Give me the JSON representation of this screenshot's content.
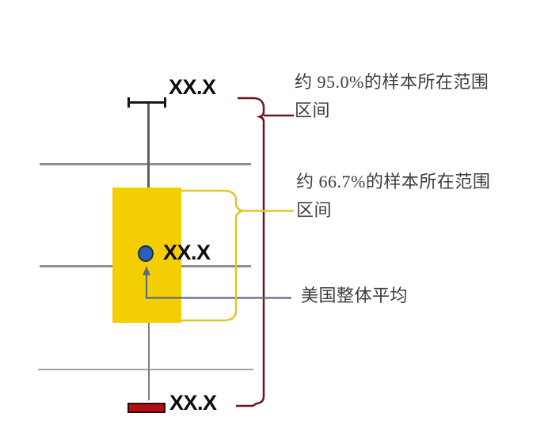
{
  "diagram": {
    "values": {
      "top": "XX.X",
      "mean": "XX.X",
      "bottom": "XX.X"
    },
    "annotations": {
      "range95_line1": "约 95.0%的样本所在范围",
      "range95_line2": "区间",
      "range66_line1": "约 66.7%的样本所在范围",
      "range66_line2": "区间",
      "us_average": "美国整体平均"
    },
    "colors": {
      "box_fill": "#F3CE02",
      "brace_yellow": "#E2C52E",
      "brace_maroon": "#71131F",
      "marker_red_fill": "#AF1015",
      "mean_dot_blue": "#2A60B5",
      "connector_slate": "#5C6A88",
      "gridline_gray": "#8F8F8F",
      "annotation_text": "#3C3C3C"
    }
  }
}
